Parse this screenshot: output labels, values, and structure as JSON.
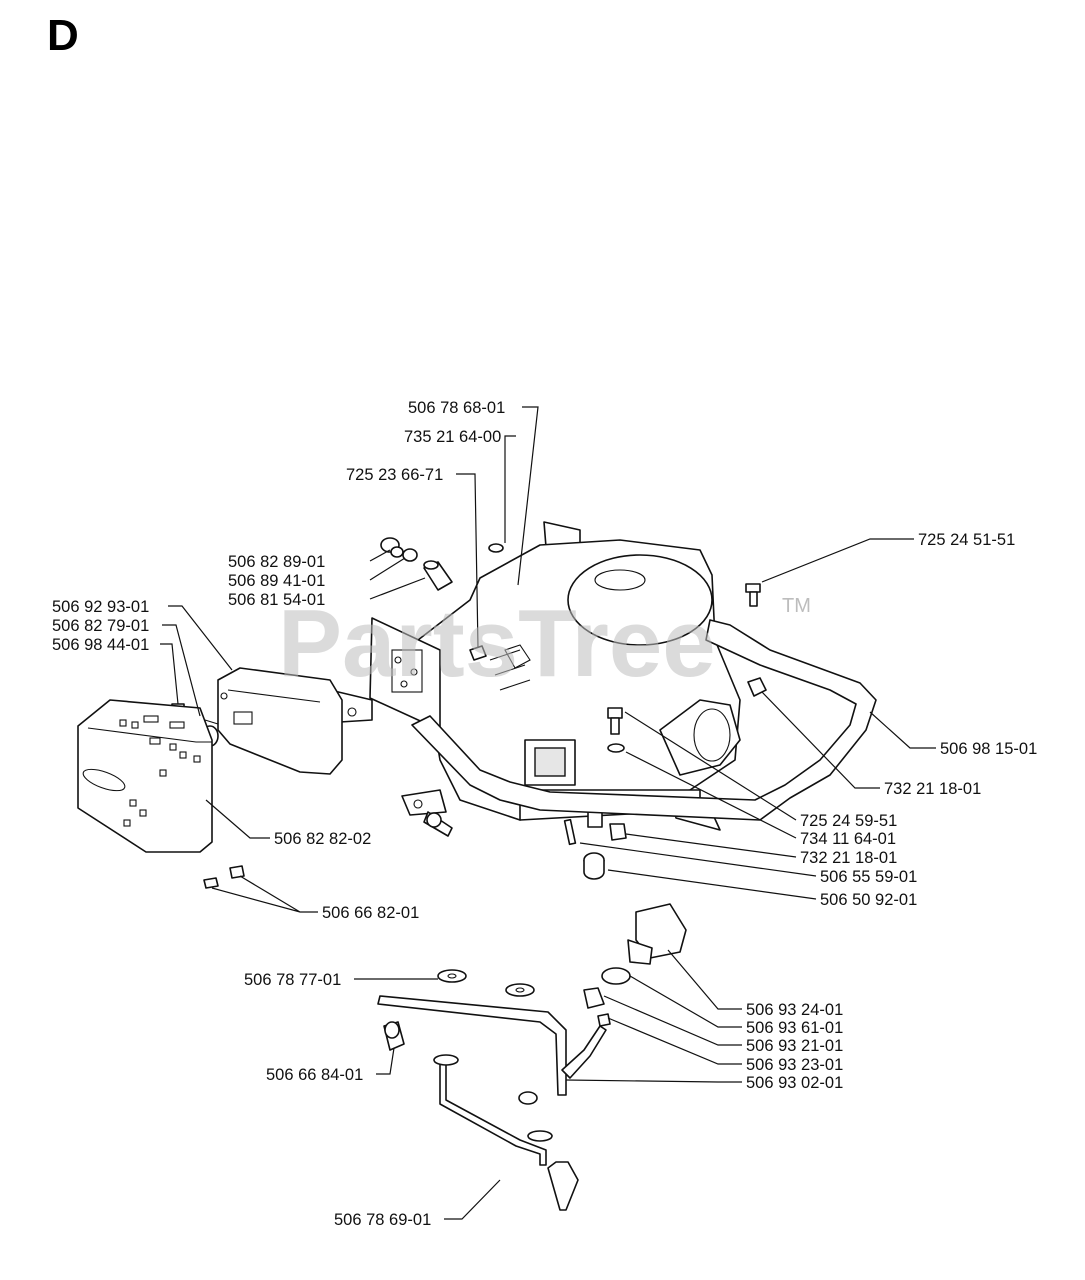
{
  "section_letter": "D",
  "watermark": {
    "text": "PartsTree",
    "trademark": "TM"
  },
  "callouts": [
    "506 78 68-01",
    "735 21 64-00",
    "725 23 66-71",
    "725 24 51-51",
    "506 82 89-01",
    "506 89 41-01",
    "506 81 54-01",
    "506 92 93-01",
    "506 82 79-01",
    "506 98 44-01",
    "506 98 15-01",
    "732 21 18-01",
    "725 24 59-51",
    "734 11 64-01",
    "732 21 18-01",
    "506 55 59-01",
    "506 50 92-01",
    "506 82 82-02",
    "506 66 82-01",
    "506 78 77-01",
    "506 93 24-01",
    "506 93 61-01",
    "506 93 21-01",
    "506 93 23-01",
    "506 93 02-01",
    "506 66 84-01",
    "506 78 69-01"
  ]
}
